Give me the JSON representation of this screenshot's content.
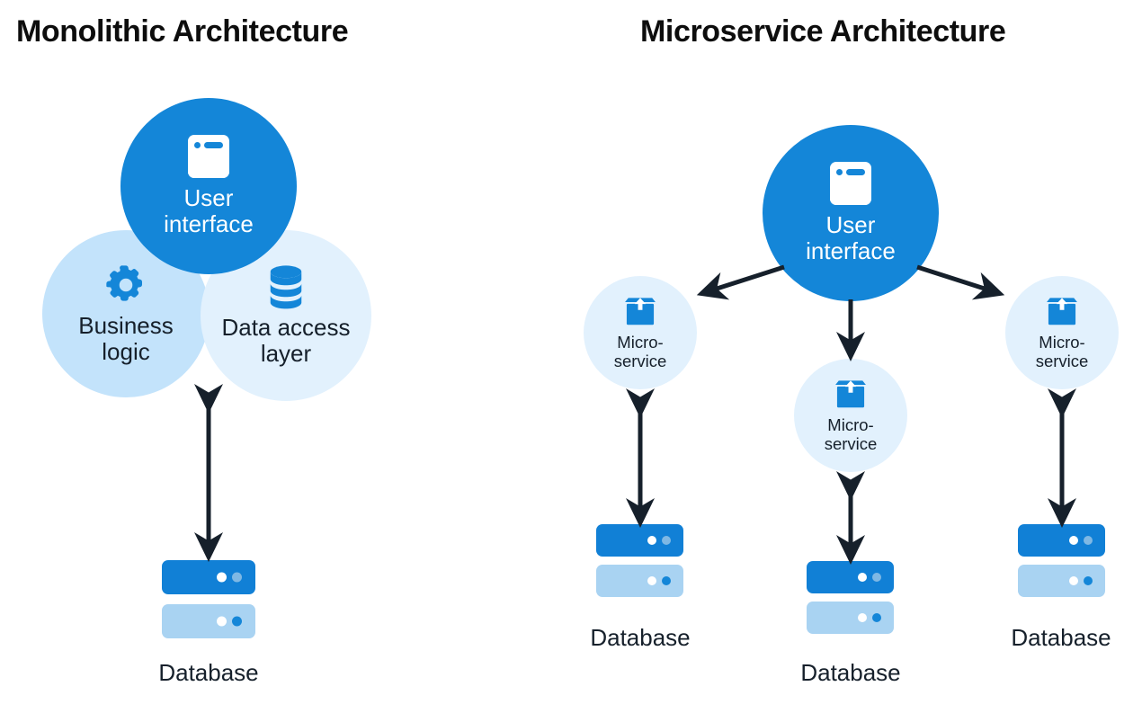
{
  "page": {
    "background": "#ffffff",
    "colors": {
      "brand_blue": "#1486d8",
      "light_blue_a": "#c3e3fb",
      "light_blue_b": "#e2f1fd",
      "db_bar_top": "#1180d6",
      "db_bar_bottom": "#a9d3f2",
      "arrow_navy": "#16202b",
      "text_dark": "#16202b",
      "title_black": "#0d0d0d"
    }
  },
  "monolithic": {
    "title": "Monolithic Architecture",
    "nodes": {
      "user_interface": {
        "label": "User\ninterface",
        "icon": "window-icon"
      },
      "business_logic": {
        "label": "Business\nlogic",
        "icon": "gear-icon"
      },
      "data_access_layer": {
        "label": "Data access\nlayer",
        "icon": "database-cylinder-icon"
      }
    },
    "database_label": "Database",
    "connector": "double-headed-arrow"
  },
  "microservice": {
    "title": "Microservice Architecture",
    "nodes": {
      "user_interface": {
        "label": "User\ninterface",
        "icon": "window-icon"
      }
    },
    "services": [
      {
        "label": "Micro-\nservice",
        "icon": "package-box-icon",
        "database_label": "Database",
        "connector": "double-headed-arrow"
      },
      {
        "label": "Micro-\nservice",
        "icon": "package-box-icon",
        "database_label": "Database",
        "connector": "double-headed-arrow"
      },
      {
        "label": "Micro-\nservice",
        "icon": "package-box-icon",
        "database_label": "Database",
        "connector": "double-headed-arrow"
      }
    ],
    "ui_connectors": [
      "arrow-left",
      "arrow-down",
      "arrow-right"
    ]
  }
}
